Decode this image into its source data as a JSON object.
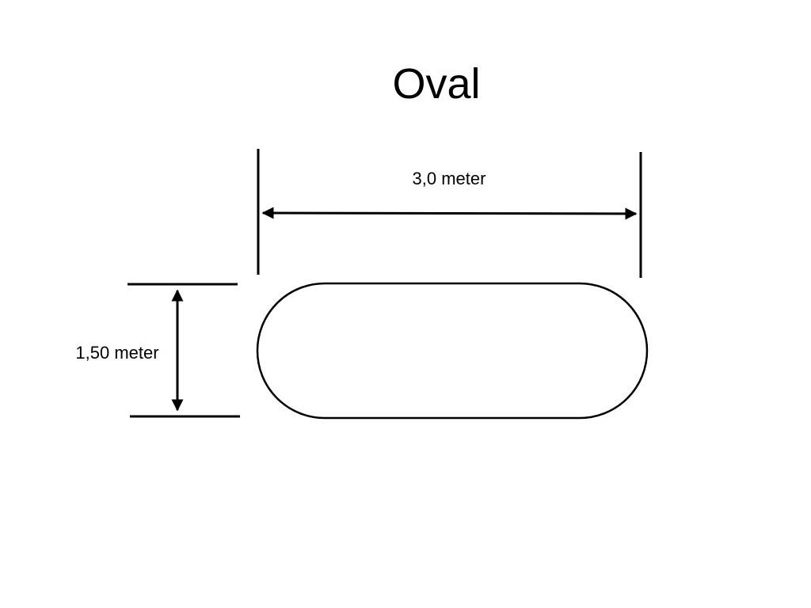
{
  "title": "Oval",
  "dimensions": {
    "width_label": "3,0 meter",
    "height_label": "1,50 meter"
  },
  "colors": {
    "stroke": "#000000",
    "background": "#ffffff"
  }
}
